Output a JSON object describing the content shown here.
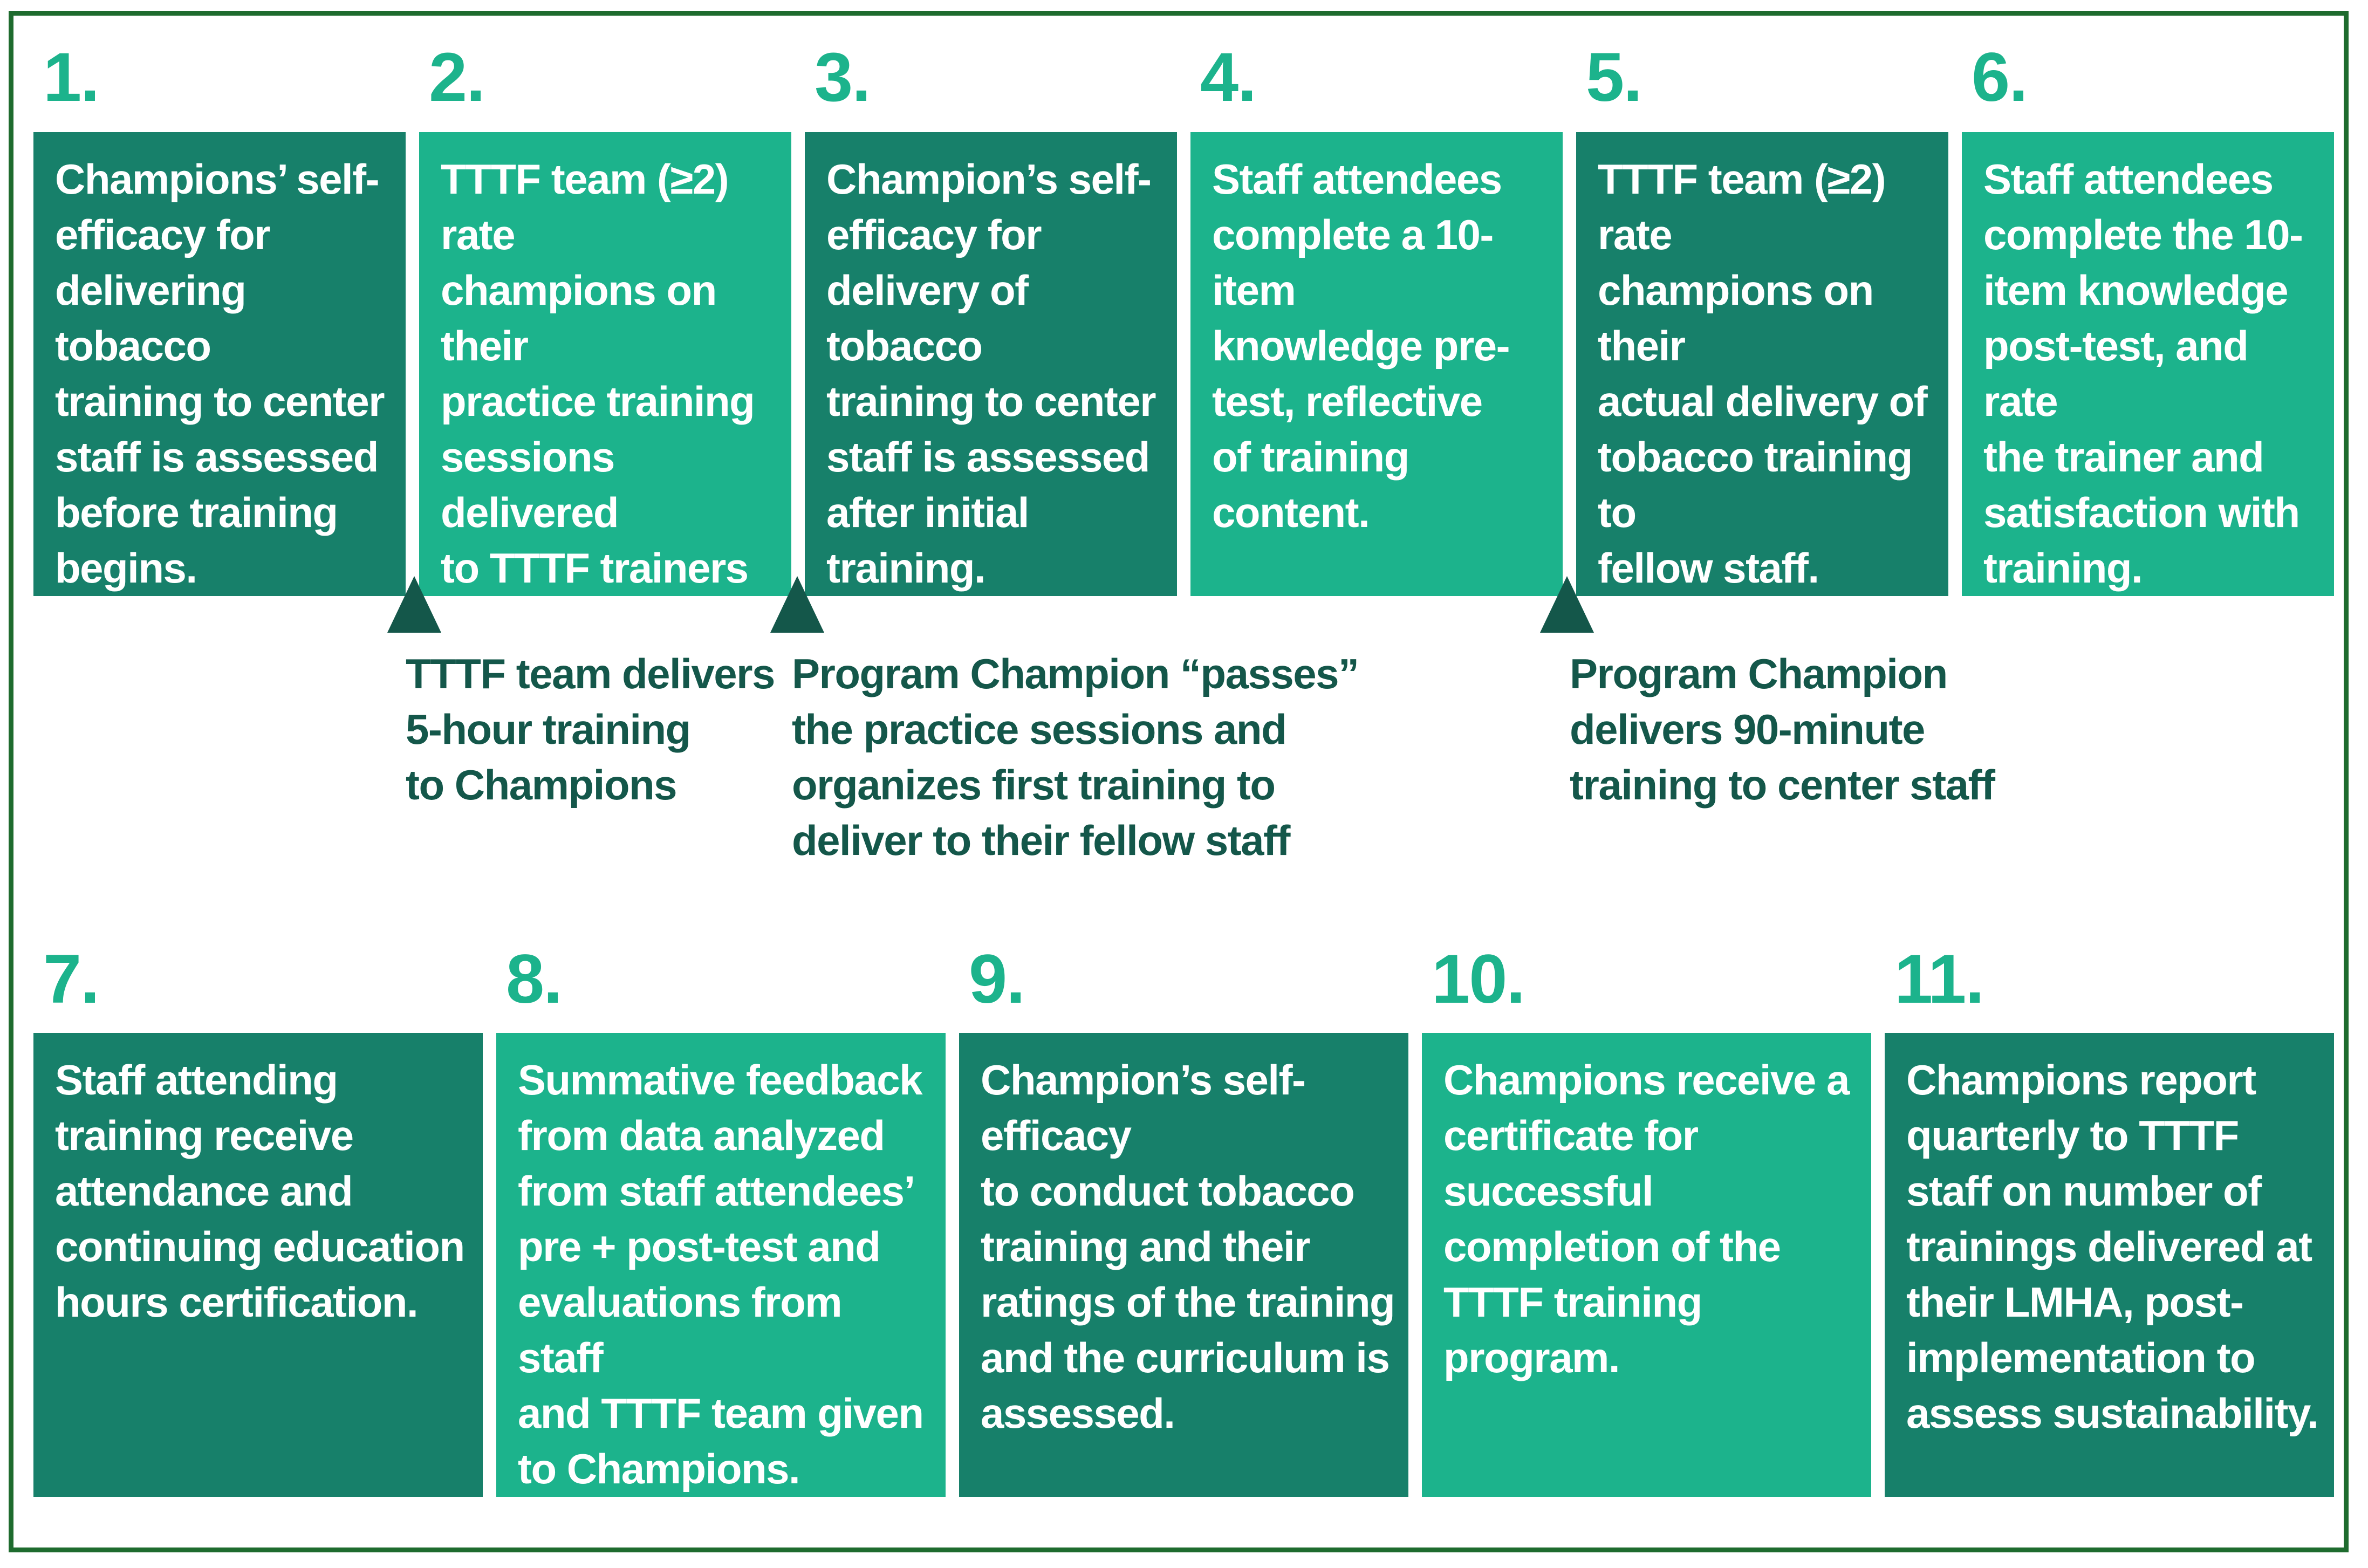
{
  "colors": {
    "border": "#1e6b2e",
    "dark_box": "#17806a",
    "light_box": "#1cb38c",
    "number": "#1cb38c",
    "note_text": "#14574a",
    "marker": "#14574a"
  },
  "steps": [
    {
      "number": "1.",
      "text": "Champions’ self-\nefficacy for\ndelivering tobacco\ntraining to center\nstaff is assessed\nbefore training\nbegins."
    },
    {
      "number": "2.",
      "text": "TTTF team (≥2) rate\nchampions on their\npractice training\nsessions delivered\nto TTTF trainers who\nprovide coaching."
    },
    {
      "number": "3.",
      "text": "Champion’s self-\nefficacy for\ndelivery of tobacco\ntraining to center\nstaff is assessed\nafter initial\ntraining."
    },
    {
      "number": "4.",
      "text": "Staff attendees\ncomplete a 10-item\nknowledge pre-\ntest, reflective\nof training content."
    },
    {
      "number": "5.",
      "text": "TTTF team (≥2) rate\nchampions on their\nactual delivery of\ntobacco training to\nfellow staff."
    },
    {
      "number": "6.",
      "text": "Staff attendees\ncomplete the 10-\nitem knowledge\npost-test, and rate\nthe trainer and\nsatisfaction with\ntraining."
    },
    {
      "number": "7.",
      "text": "Staff attending\ntraining receive\nattendance and\ncontinuing education\nhours certification."
    },
    {
      "number": "8.",
      "text": "Summative feedback\nfrom data analyzed\nfrom staff attendees’\npre + post-test and\nevaluations from staff\nand TTTF team given\nto Champions."
    },
    {
      "number": "9.",
      "text": "Champion’s self- efficacy\nto conduct tobacco\ntraining and their\nratings of the training\nand the curriculum is\nassessed."
    },
    {
      "number": "10.",
      "text": "Champions receive a\ncertificate for successful\ncompletion of the\nTTTF training program."
    },
    {
      "number": "11.",
      "text": "Champions report\nquarterly to TTTF\nstaff on number of\ntrainings delivered at\ntheir LMHA, post-\nimplementation to\nassess sustainability."
    }
  ],
  "milestones": [
    {
      "text": "TTTF team delivers\n5-hour training\nto Champions"
    },
    {
      "text": "Program Champion “passes”\nthe practice sessions and\norganizes first training to\ndeliver to their fellow staff"
    },
    {
      "text": "Program Champion\ndelivers 90-minute\ntraining to center staff"
    }
  ]
}
